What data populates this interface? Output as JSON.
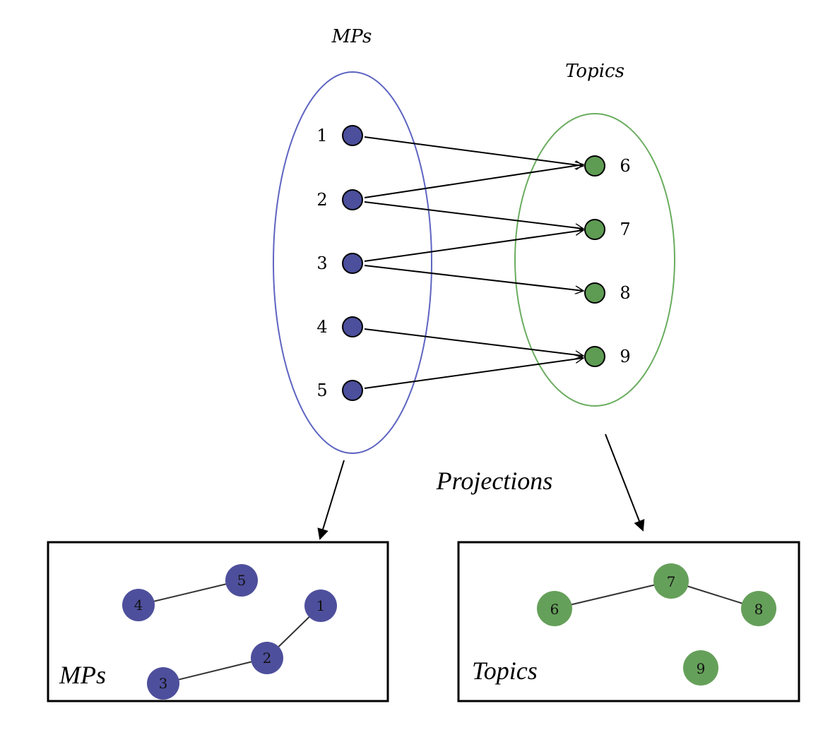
{
  "bipartite": {
    "mps_title": "MPs",
    "topics_title": "Topics",
    "mps": [
      "1",
      "2",
      "3",
      "4",
      "5"
    ],
    "topics": [
      "6",
      "7",
      "8",
      "9"
    ],
    "edges": [
      [
        "1",
        "6"
      ],
      [
        "2",
        "6"
      ],
      [
        "2",
        "7"
      ],
      [
        "3",
        "7"
      ],
      [
        "3",
        "8"
      ],
      [
        "4",
        "9"
      ],
      [
        "5",
        "9"
      ]
    ]
  },
  "projections_label": "Projections",
  "mp_projection": {
    "title": "MPs",
    "nodes": [
      "4",
      "5",
      "1",
      "2",
      "3"
    ],
    "edges": [
      [
        "4",
        "5"
      ],
      [
        "1",
        "2"
      ],
      [
        "2",
        "3"
      ]
    ]
  },
  "topic_projection": {
    "title": "Topics",
    "nodes": [
      "6",
      "7",
      "8",
      "9"
    ],
    "edges": [
      [
        "6",
        "7"
      ],
      [
        "7",
        "8"
      ]
    ]
  },
  "colors": {
    "mp_fill": "#4b4f9c",
    "topic_fill": "#5e9c53",
    "mp_ellipse": "#5d64c1",
    "topic_ellipse": "#6aad5f",
    "proj_mp_fill": "#4e4f9c",
    "proj_topic_fill": "#65a05a"
  }
}
